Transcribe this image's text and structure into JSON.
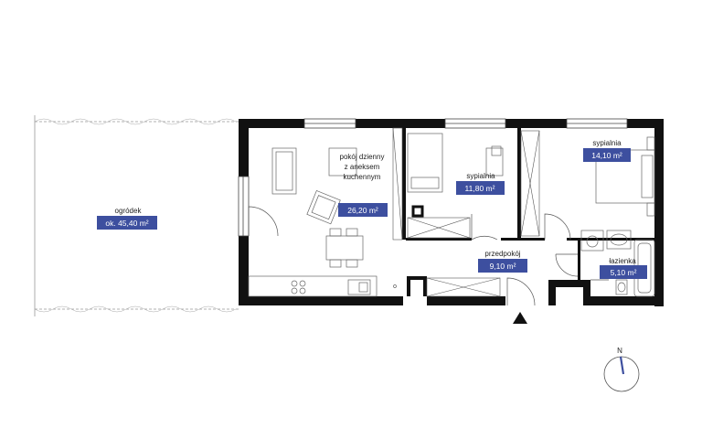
{
  "plan": {
    "rooms": [
      {
        "id": "garden",
        "name": "ogródek",
        "area": "ok. 45,40 m²"
      },
      {
        "id": "living",
        "name_lines": [
          "pokój dzienny",
          "z aneksem",
          "kuchennym"
        ],
        "area": "26,20 m²"
      },
      {
        "id": "bedroom1",
        "name": "sypialnia",
        "area": "11,80 m²"
      },
      {
        "id": "bedroom2",
        "name": "sypialnia",
        "area": "14,10 m²"
      },
      {
        "id": "hall",
        "name": "przedpokój",
        "area": "9,10 m²"
      },
      {
        "id": "bathroom",
        "name": "łazienka",
        "area": "5,10 m²"
      }
    ],
    "compass": {
      "label": "N"
    },
    "colors": {
      "label_bg": "#3d4f9f",
      "wall": "#111111",
      "line": "#555555"
    }
  }
}
